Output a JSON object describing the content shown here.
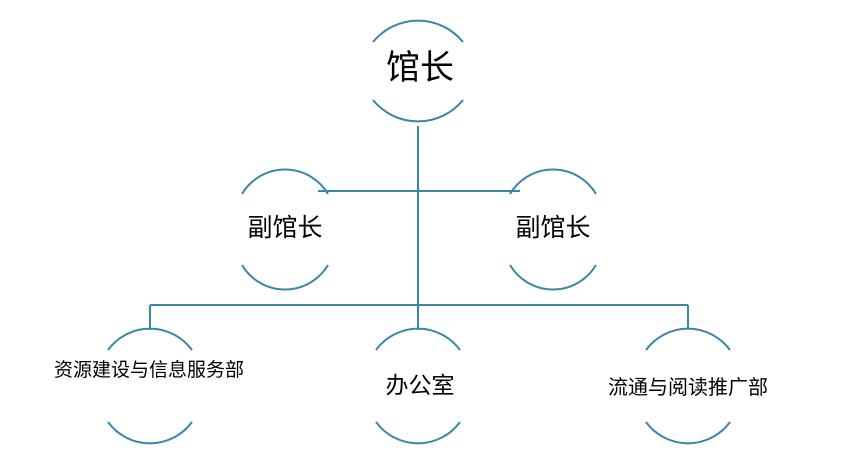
{
  "diagram": {
    "type": "org-chart",
    "line_color": "#3b87a8",
    "text_color": "#000000",
    "director": {
      "label": "馆长"
    },
    "deputies": [
      {
        "label": "副馆长"
      },
      {
        "label": "副馆长"
      }
    ],
    "departments": [
      {
        "label": "资源建设与信息服务部"
      },
      {
        "label": "办公室"
      },
      {
        "label": "流通与阅读推广部"
      }
    ]
  }
}
